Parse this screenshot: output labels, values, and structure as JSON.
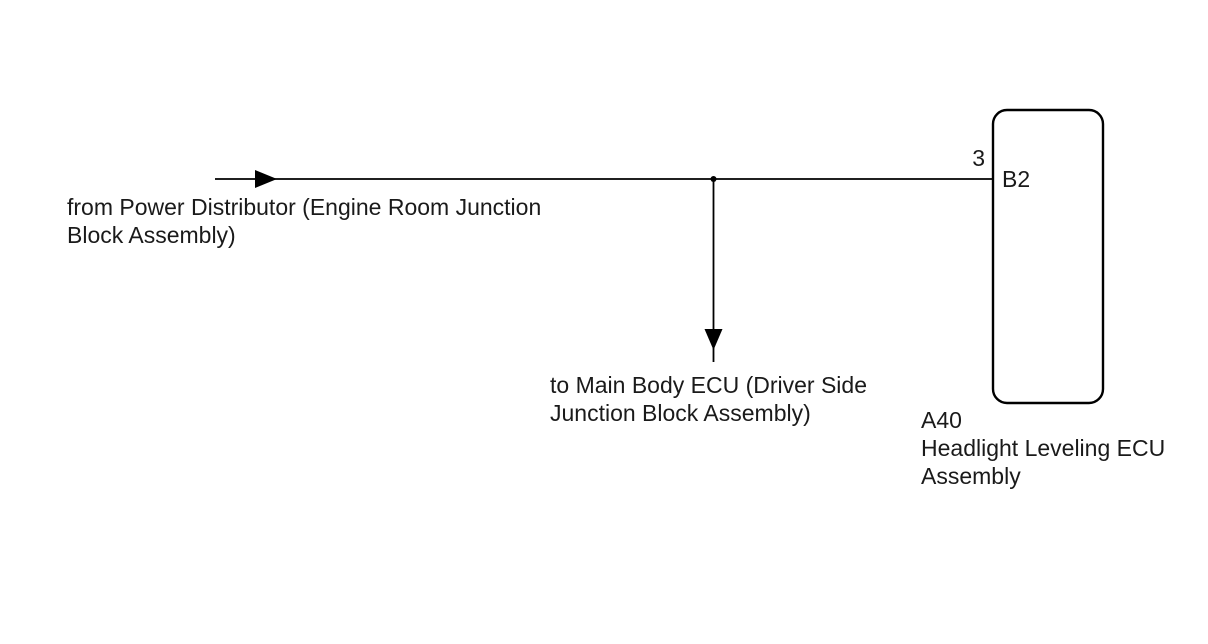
{
  "diagram": {
    "background_color": "#ffffff",
    "line_color": "#000000",
    "from_connection": {
      "line1": "from Power Distributor (Engine Room Junction",
      "line2": "Block Assembly)"
    },
    "branch_connection": {
      "line1": "to Main Body ECU (Driver Side",
      "line2": "Junction Block Assembly)"
    },
    "connector": {
      "pin_number": "3",
      "pin_label": "B2"
    },
    "component": {
      "code": "A40",
      "name_line1": "Headlight Leveling ECU",
      "name_line2": "Assembly"
    }
  }
}
